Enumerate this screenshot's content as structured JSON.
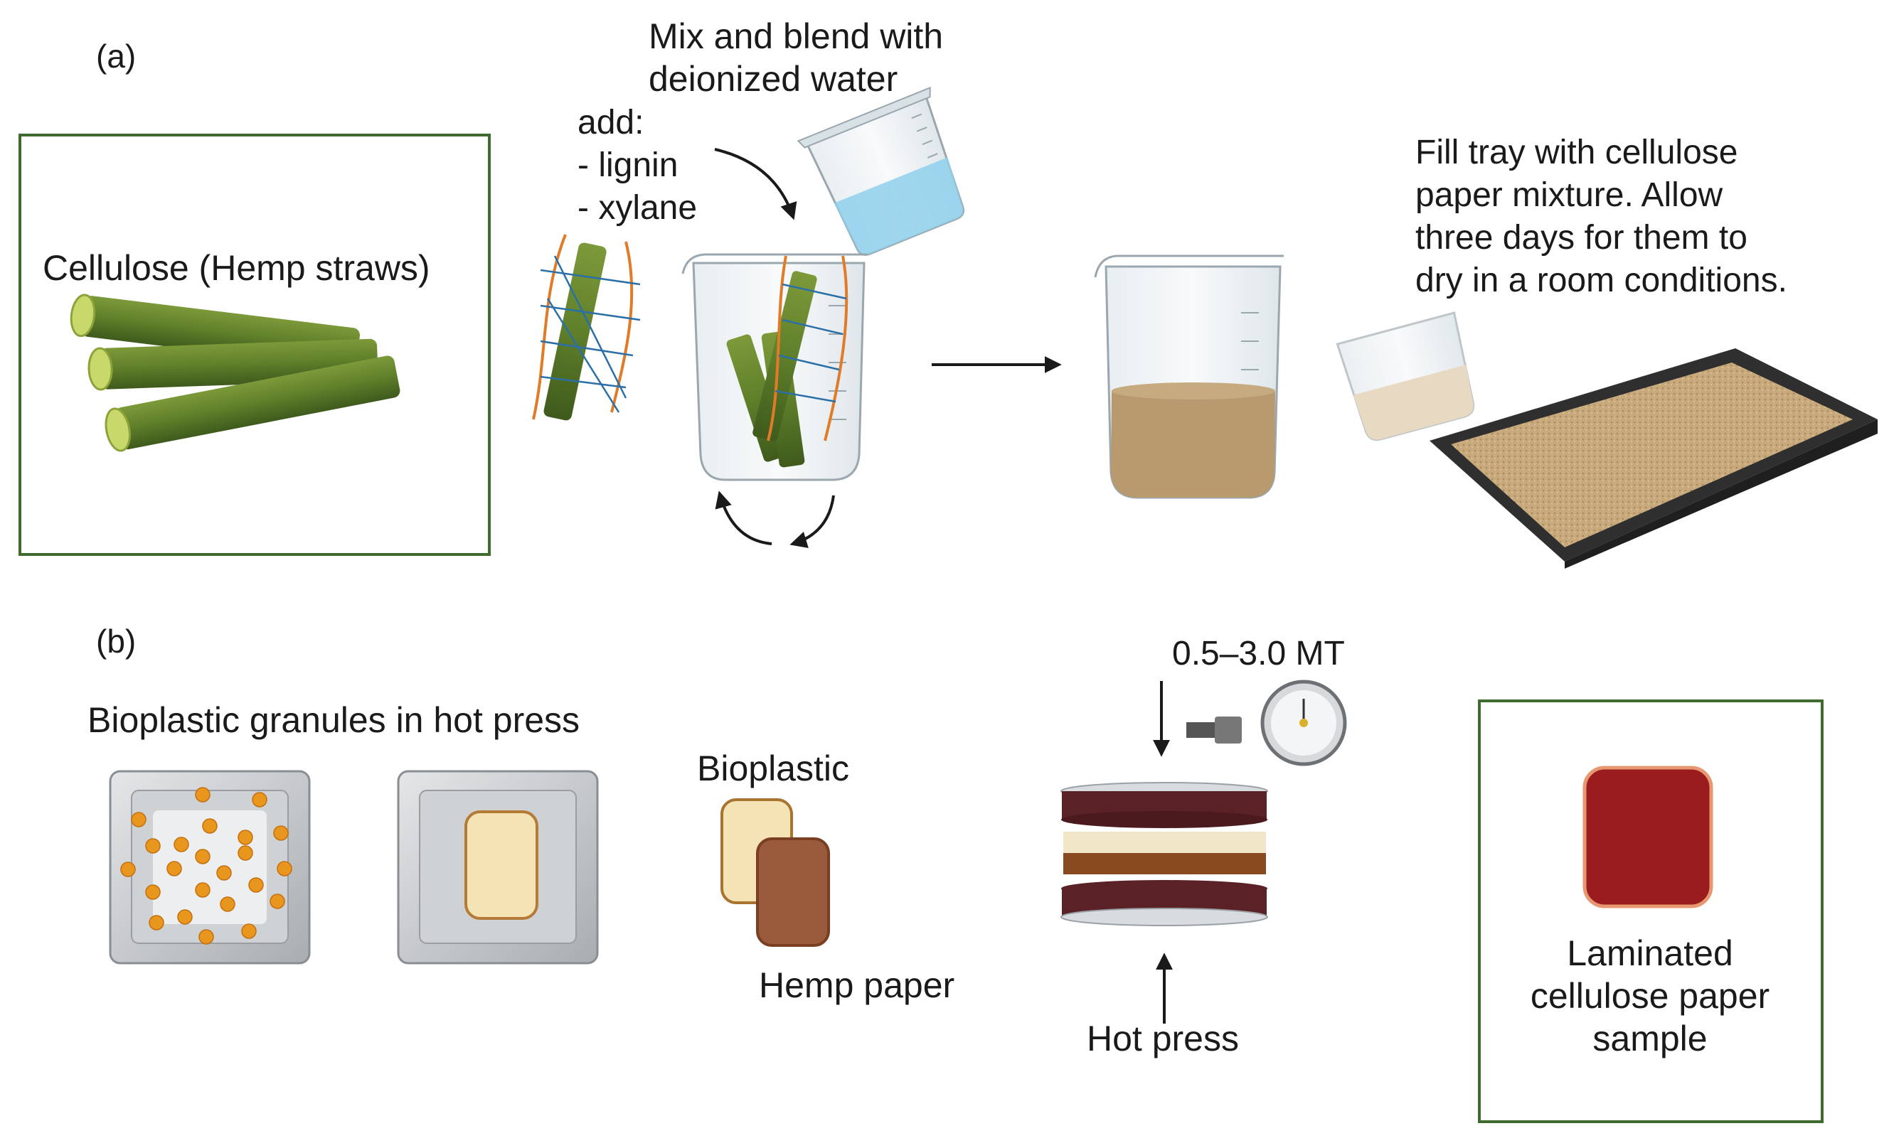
{
  "panel_a": {
    "label": "(a)",
    "cellulose_label": "Cellulose (Hemp straws)",
    "mix_label": [
      "Mix and blend with",
      "deionized water"
    ],
    "add_label": [
      "add:",
      "- lignin",
      "- xylane"
    ],
    "tray_label": [
      "Fill tray with cellulose",
      "paper mixture. Allow",
      "three days for them to",
      "dry in a room conditions."
    ]
  },
  "panel_b": {
    "label": "(b)",
    "granules_label": "Bioplastic granules in hot press",
    "bioplastic_label": "Bioplastic",
    "hemp_paper_label": "Hemp paper",
    "pressure_label": "0.5–3.0 MT",
    "hot_press_label": "Hot press",
    "sample_label": [
      "Laminated",
      "cellulose paper",
      "sample"
    ]
  },
  "colors": {
    "box_border": "#3f6b2f",
    "hemp_green": "#5f7f2a",
    "hemp_light": "#c9d86a",
    "lignin_orange": "#e07b2a",
    "xylane_blue": "#2a6fa8",
    "water_blue": "#8fd0ec",
    "slurry_brown": "#b89a6e",
    "tray_dark": "#3a3a3a",
    "tray_fill": "#c4a67a",
    "granule_orange": "#e8961e",
    "bioplastic_cream": "#f3e3b5",
    "paper_brown": "#9a5a3c",
    "press_plate": "#5a2226",
    "sample_red": "#9b1c1f"
  },
  "icons": [
    "hemp-straws-icon",
    "fiber-bundle-icon",
    "water-beaker-icon",
    "mixing-beaker-icon",
    "slurry-beaker-icon",
    "pour-beaker-icon",
    "drying-tray-icon",
    "hot-press-mold-icon",
    "pressure-gauge-icon",
    "press-stack-icon",
    "laminated-sample-icon"
  ]
}
